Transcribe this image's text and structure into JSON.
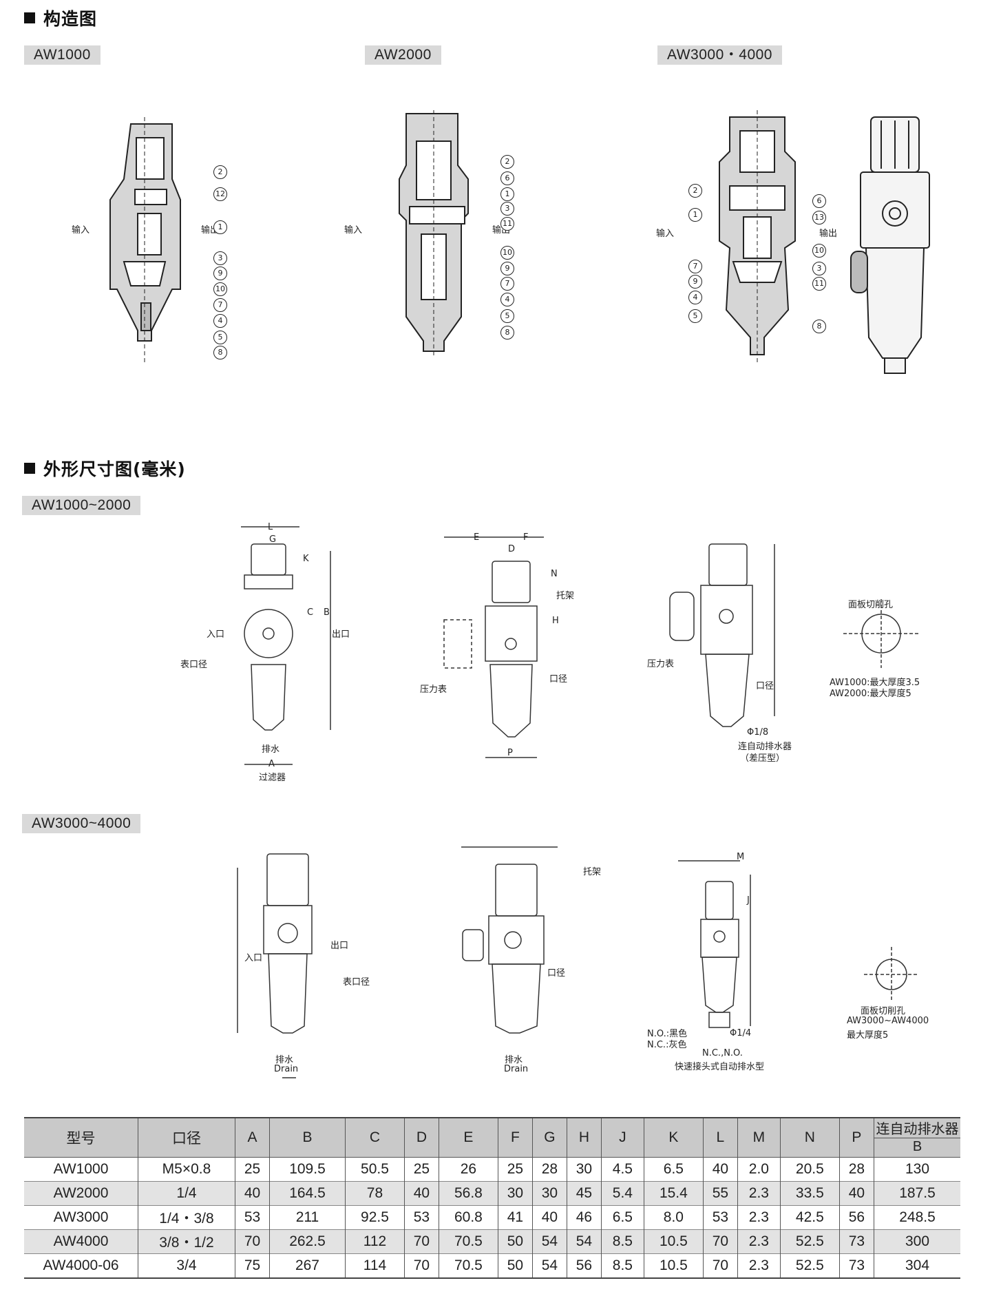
{
  "sections": {
    "structure_title": "构造图",
    "dimension_title": "外形尺寸图(毫米)"
  },
  "structure": {
    "tags": [
      "AW1000",
      "AW2000",
      "AW3000・4000"
    ],
    "inlet": "输入",
    "outlet": "输出",
    "aw1000_callouts": [
      "2",
      "12",
      "1",
      "3",
      "9",
      "10",
      "7",
      "4",
      "5",
      "8"
    ],
    "aw2000_callouts": [
      "2",
      "6",
      "1",
      "3",
      "11",
      "10",
      "9",
      "7",
      "4",
      "5",
      "8"
    ],
    "aw3000_callouts_left": [
      "2",
      "1",
      "7",
      "9",
      "4",
      "5"
    ],
    "aw3000_callouts_right": [
      "6",
      "13",
      "10",
      "3",
      "11",
      "8"
    ]
  },
  "dimensions": {
    "tag_small": "AW1000~2000",
    "tag_large": "AW3000~4000",
    "letters": {
      "L": "L",
      "G": "G",
      "K": "K",
      "C": "C",
      "B": "B",
      "A": "A",
      "E": "E",
      "F": "F",
      "D": "D",
      "N": "N",
      "H": "H",
      "P": "P",
      "M": "M",
      "J": "J"
    },
    "labels": {
      "inlet": "入口",
      "outlet": "出口",
      "gauge_port": "表口径",
      "drain": "排水",
      "drain_en": "Drain",
      "filter": "过滤器",
      "bracket": "托架",
      "gauge": "压力表",
      "port": "口径",
      "phi18": "Φ1/8",
      "phi14": "Φ1/4",
      "auto_drain": "连自动排水器",
      "diff_pressure": "（差压型）",
      "panel_hole": "面板切削孔",
      "aw1000_thick": "AW1000:最大厚度3.5",
      "aw2000_thick": "AW2000:最大厚度5",
      "aw34_range": "AW3000~AW4000",
      "aw34_thick": "最大厚度5",
      "no_black": "N.O.:黑色",
      "nc_gray": "N.C.:灰色",
      "ncno": "N.C.,N.O.",
      "quick_drain": "快速接头式自动排水型"
    }
  },
  "table": {
    "headers": [
      "型号",
      "口径",
      "A",
      "B",
      "C",
      "D",
      "E",
      "F",
      "G",
      "H",
      "J",
      "K",
      "L",
      "M",
      "N",
      "P"
    ],
    "last_header_top": "连自动排水器",
    "last_header_bottom": "B",
    "rows": [
      [
        "AW1000",
        "M5×0.8",
        "25",
        "109.5",
        "50.5",
        "25",
        "26",
        "25",
        "28",
        "30",
        "4.5",
        "6.5",
        "40",
        "2.0",
        "20.5",
        "28",
        "130"
      ],
      [
        "AW2000",
        "1/4",
        "40",
        "164.5",
        "78",
        "40",
        "56.8",
        "30",
        "30",
        "45",
        "5.4",
        "15.4",
        "55",
        "2.3",
        "33.5",
        "40",
        "187.5"
      ],
      [
        "AW3000",
        "1/4・3/8",
        "53",
        "211",
        "92.5",
        "53",
        "60.8",
        "41",
        "40",
        "46",
        "6.5",
        "8.0",
        "53",
        "2.3",
        "42.5",
        "56",
        "248.5"
      ],
      [
        "AW4000",
        "3/8・1/2",
        "70",
        "262.5",
        "112",
        "70",
        "70.5",
        "50",
        "54",
        "54",
        "8.5",
        "10.5",
        "70",
        "2.3",
        "52.5",
        "73",
        "300"
      ],
      [
        "AW4000-06",
        "3/4",
        "75",
        "267",
        "114",
        "70",
        "70.5",
        "50",
        "54",
        "56",
        "8.5",
        "10.5",
        "70",
        "2.3",
        "52.5",
        "73",
        "304"
      ]
    ]
  }
}
